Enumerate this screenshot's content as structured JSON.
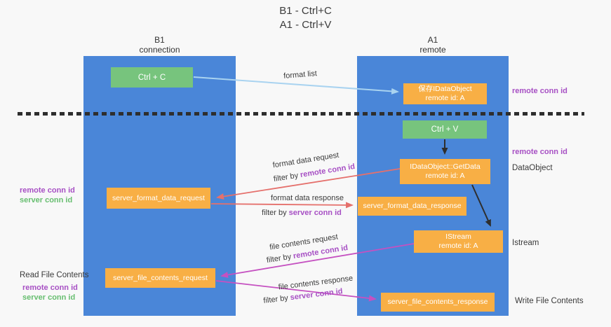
{
  "title": {
    "line1": "B1 - Ctrl+C",
    "line2": "A1 - Ctrl+V"
  },
  "lanes": {
    "left": {
      "name": "B1",
      "subtitle": "connection"
    },
    "right": {
      "name": "A1",
      "subtitle": "remote"
    }
  },
  "boxes": {
    "ctrl_c": "Ctrl + C",
    "ctrl_v": "Ctrl + V",
    "save_dataobject": {
      "line1": "保存IDataObject",
      "line2": "remote id: A"
    },
    "getdata": {
      "line1": "IDataObject::GetData",
      "line2": "remote id: A"
    },
    "istream": {
      "line1": "IStream",
      "line2": "remote id: A"
    },
    "server_format_data_request": "server_format_data_request",
    "server_format_data_response": "server_format_data_response",
    "server_file_contents_request": "server_file_contents_request",
    "server_file_contents_response": "server_file_contents_response"
  },
  "arrow_labels": {
    "format_list": "format list",
    "format_request": {
      "text": "format data request",
      "filter_prefix": "filter by ",
      "filter_key": "remote conn id"
    },
    "format_response": {
      "text": "format data response",
      "filter_prefix": "filter by ",
      "filter_key": "server conn id"
    },
    "file_request": {
      "text": "file contents request",
      "filter_prefix": "filter by ",
      "filter_key": "remote conn id"
    },
    "file_response": {
      "text": "file contents response",
      "filter_prefix": "filter by ",
      "filter_key": "server conn id"
    }
  },
  "side_labels": {
    "right_remote_conn_top": "remote conn id",
    "right_remote_conn_mid": "remote conn id",
    "dataobject": "DataObject",
    "istream": "Istream",
    "write_file_contents": "Write File Contents",
    "left_format_remote": "remote conn id",
    "left_format_server": "server conn id",
    "read_file_contents": "Read File Contents",
    "left_file_remote": "remote conn id",
    "left_file_server": "server conn id"
  },
  "colors": {
    "lane_blue": "#4A86D8",
    "box_orange": "#F8AF45",
    "box_green": "#77C47D",
    "arrow_blue": "#A9D3F0",
    "arrow_red": "#E5706C",
    "arrow_magenta": "#C551C1",
    "arrow_black": "#2E2E2E",
    "label_purple": "#A750C4",
    "label_green": "#67BE70",
    "text_dark": "#3C3C3C",
    "background": "#F8F8F8"
  }
}
